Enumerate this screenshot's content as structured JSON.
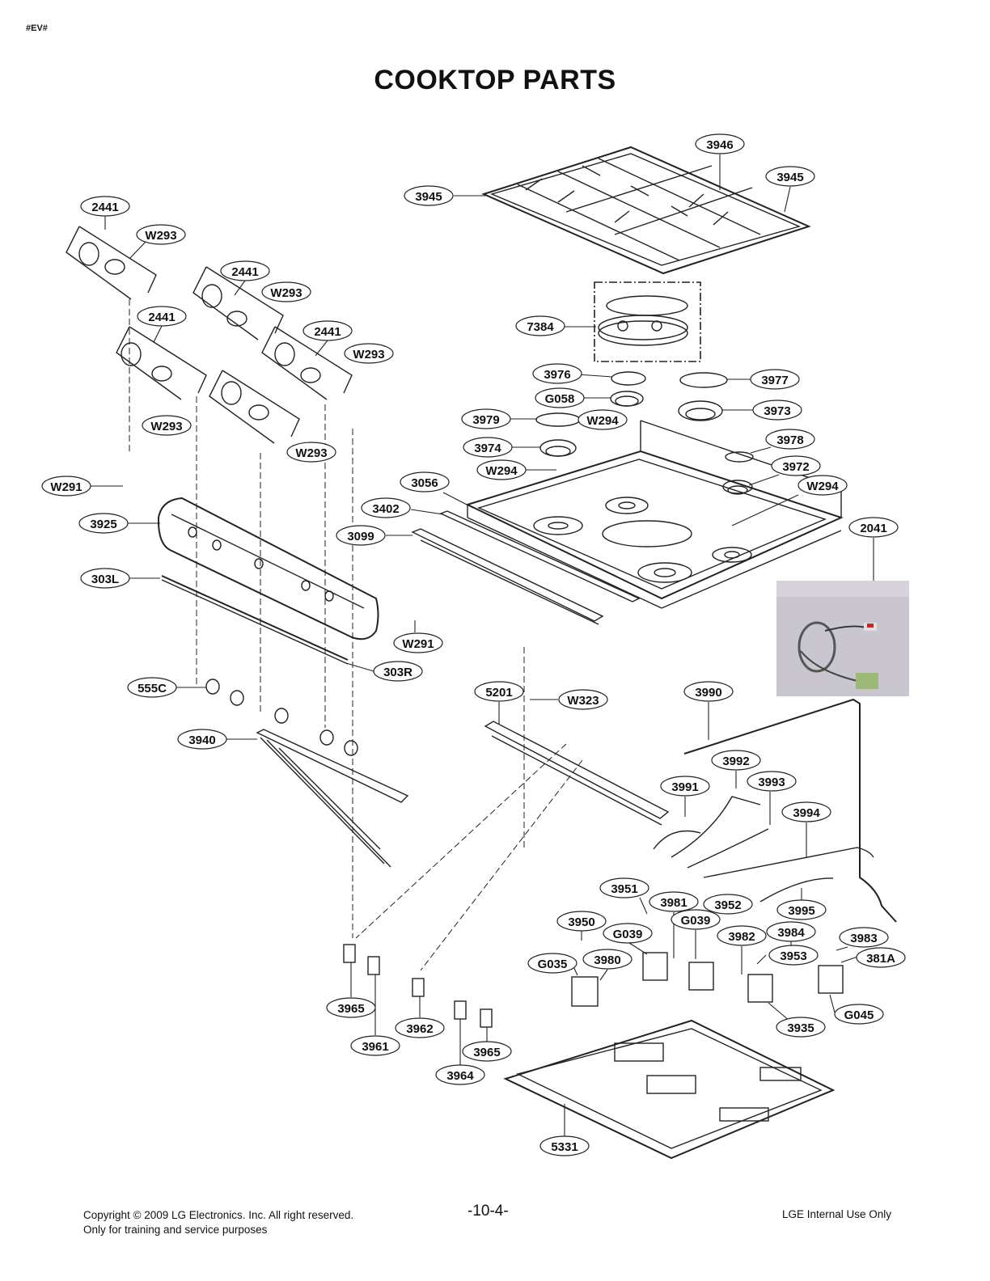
{
  "doc_tag": "#EV#",
  "title": "COOKTOP PARTS",
  "parts": [
    {
      "id": "p3946a",
      "label": "3946"
    },
    {
      "id": "p3945a",
      "label": "3945"
    },
    {
      "id": "p3945b",
      "label": "3945"
    },
    {
      "id": "p2441a",
      "label": "2441"
    },
    {
      "id": "pW293a",
      "label": "W293"
    },
    {
      "id": "p2441b",
      "label": "2441"
    },
    {
      "id": "pW293b",
      "label": "W293"
    },
    {
      "id": "p2441c",
      "label": "2441"
    },
    {
      "id": "p2441d",
      "label": "2441"
    },
    {
      "id": "pW293c",
      "label": "W293"
    },
    {
      "id": "pW293d",
      "label": "W293"
    },
    {
      "id": "pW293e",
      "label": "W293"
    },
    {
      "id": "p7384",
      "label": "7384"
    },
    {
      "id": "p3976",
      "label": "3976"
    },
    {
      "id": "p3977",
      "label": "3977"
    },
    {
      "id": "pG058",
      "label": "G058"
    },
    {
      "id": "p3973",
      "label": "3973"
    },
    {
      "id": "p3979",
      "label": "3979"
    },
    {
      "id": "pW294a",
      "label": "W294"
    },
    {
      "id": "p3978",
      "label": "3978"
    },
    {
      "id": "p3974",
      "label": "3974"
    },
    {
      "id": "p3972",
      "label": "3972"
    },
    {
      "id": "pW294b",
      "label": "W294"
    },
    {
      "id": "pW294c",
      "label": "W294"
    },
    {
      "id": "pW291a",
      "label": "W291"
    },
    {
      "id": "p3056",
      "label": "3056"
    },
    {
      "id": "p3402",
      "label": "3402"
    },
    {
      "id": "p2041",
      "label": "2041"
    },
    {
      "id": "p3925",
      "label": "3925"
    },
    {
      "id": "p3099",
      "label": "3099"
    },
    {
      "id": "p303L",
      "label": "303L"
    },
    {
      "id": "pW291b",
      "label": "W291"
    },
    {
      "id": "p303R",
      "label": "303R"
    },
    {
      "id": "p555C",
      "label": "555C"
    },
    {
      "id": "p5201",
      "label": "5201"
    },
    {
      "id": "pW323",
      "label": "W323"
    },
    {
      "id": "p3990",
      "label": "3990"
    },
    {
      "id": "p3940",
      "label": "3940"
    },
    {
      "id": "p3992",
      "label": "3992"
    },
    {
      "id": "p3991",
      "label": "3991"
    },
    {
      "id": "p3993",
      "label": "3993"
    },
    {
      "id": "p3994",
      "label": "3994"
    },
    {
      "id": "p3951",
      "label": "3951"
    },
    {
      "id": "p3981",
      "label": "3981"
    },
    {
      "id": "p3952",
      "label": "3952"
    },
    {
      "id": "p3995",
      "label": "3995"
    },
    {
      "id": "p3950",
      "label": "3950"
    },
    {
      "id": "pG039a",
      "label": "G039"
    },
    {
      "id": "pG039b",
      "label": "G039"
    },
    {
      "id": "p3982",
      "label": "3982"
    },
    {
      "id": "p3984",
      "label": "3984"
    },
    {
      "id": "p3983",
      "label": "3983"
    },
    {
      "id": "p3953",
      "label": "3953"
    },
    {
      "id": "p381A",
      "label": "381A"
    },
    {
      "id": "pG035",
      "label": "G035"
    },
    {
      "id": "p3980",
      "label": "3980"
    },
    {
      "id": "pG045",
      "label": "G045"
    },
    {
      "id": "p3965a",
      "label": "3965"
    },
    {
      "id": "p3962",
      "label": "3962"
    },
    {
      "id": "p3935",
      "label": "3935"
    },
    {
      "id": "p3961",
      "label": "3961"
    },
    {
      "id": "p3965b",
      "label": "3965"
    },
    {
      "id": "p3964",
      "label": "3964"
    },
    {
      "id": "p5331",
      "label": "5331"
    }
  ],
  "footer": {
    "copyright": "Copyright © 2009 LG Electronics. Inc. All right reserved.",
    "purpose": "Only for training and service purposes",
    "page_number": "-10-4-",
    "internal": "LGE Internal Use Only"
  }
}
